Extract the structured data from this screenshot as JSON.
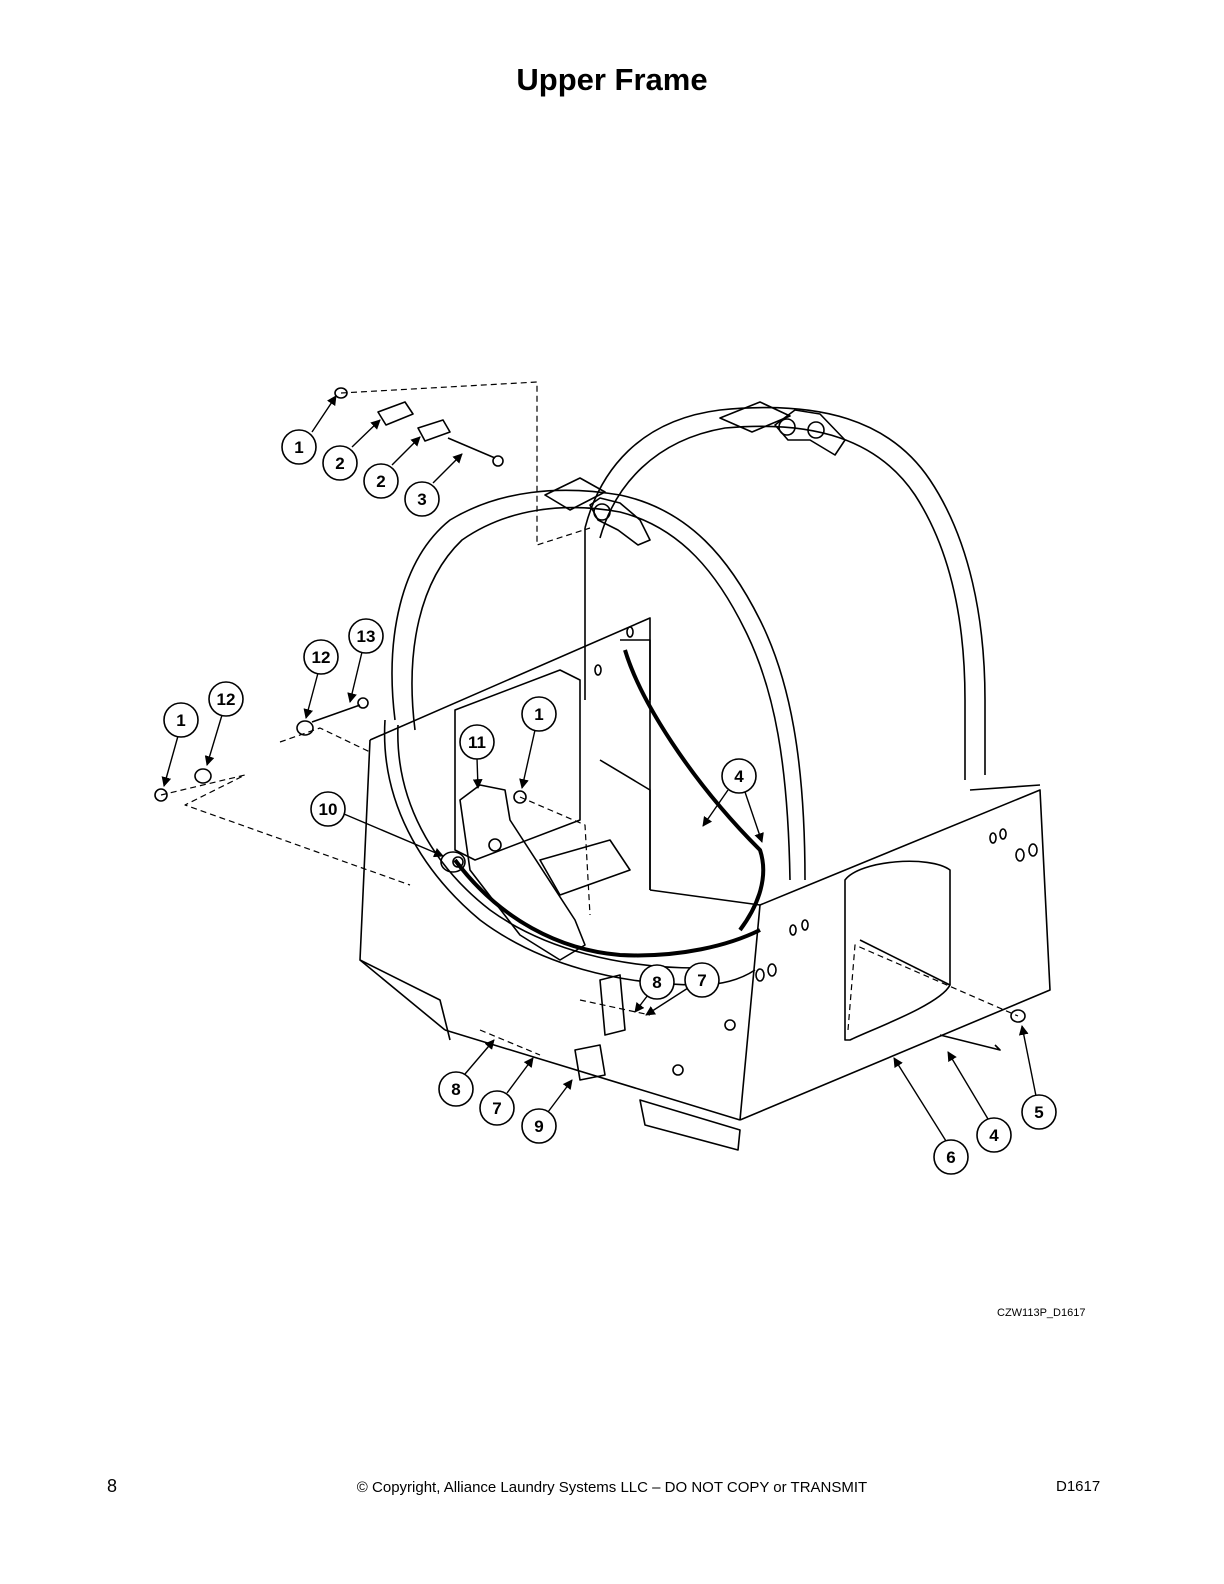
{
  "page": {
    "title": "Upper Frame",
    "drawing_id": "CZW113P_D1617",
    "page_number": "8",
    "copyright": "© Copyright, Alliance Laundry Systems LLC – DO NOT COPY or TRANSMIT",
    "doc_id": "D1617"
  },
  "callouts": [
    {
      "label": "1"
    },
    {
      "label": "2"
    },
    {
      "label": "2"
    },
    {
      "label": "3"
    },
    {
      "label": "13"
    },
    {
      "label": "12"
    },
    {
      "label": "12"
    },
    {
      "label": "1"
    },
    {
      "label": "1"
    },
    {
      "label": "11"
    },
    {
      "label": "10"
    },
    {
      "label": "4"
    },
    {
      "label": "8"
    },
    {
      "label": "7"
    },
    {
      "label": "8"
    },
    {
      "label": "7"
    },
    {
      "label": "9"
    },
    {
      "label": "6"
    },
    {
      "label": "4"
    },
    {
      "label": "5"
    }
  ]
}
